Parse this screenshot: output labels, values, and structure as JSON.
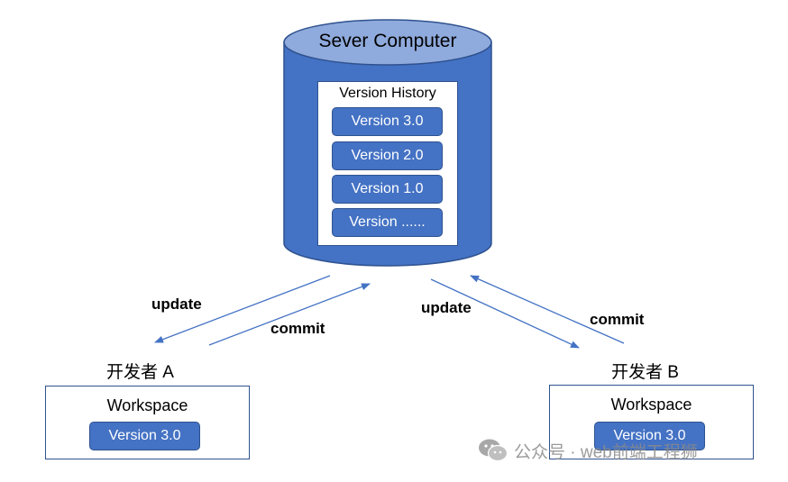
{
  "server": {
    "title": "Sever Computer",
    "history_title": "Version History",
    "versions": [
      "Version 3.0",
      "Version 2.0",
      "Version 1.0",
      "Version ......"
    ]
  },
  "dev_a": {
    "label": "开发者 A",
    "workspace_title": "Workspace",
    "version": "Version 3.0"
  },
  "dev_b": {
    "label": "开发者 B",
    "workspace_title": "Workspace",
    "version": "Version 3.0"
  },
  "arrows": {
    "a_update": "update",
    "a_commit": "commit",
    "b_update": "update",
    "b_commit": "commit"
  },
  "watermark": {
    "text": "公众号 · web前端工程狮",
    "icon": "wechat-icon"
  },
  "colors": {
    "primary": "#4472c4",
    "border": "#2f528f",
    "arrow": "#4472c4"
  }
}
